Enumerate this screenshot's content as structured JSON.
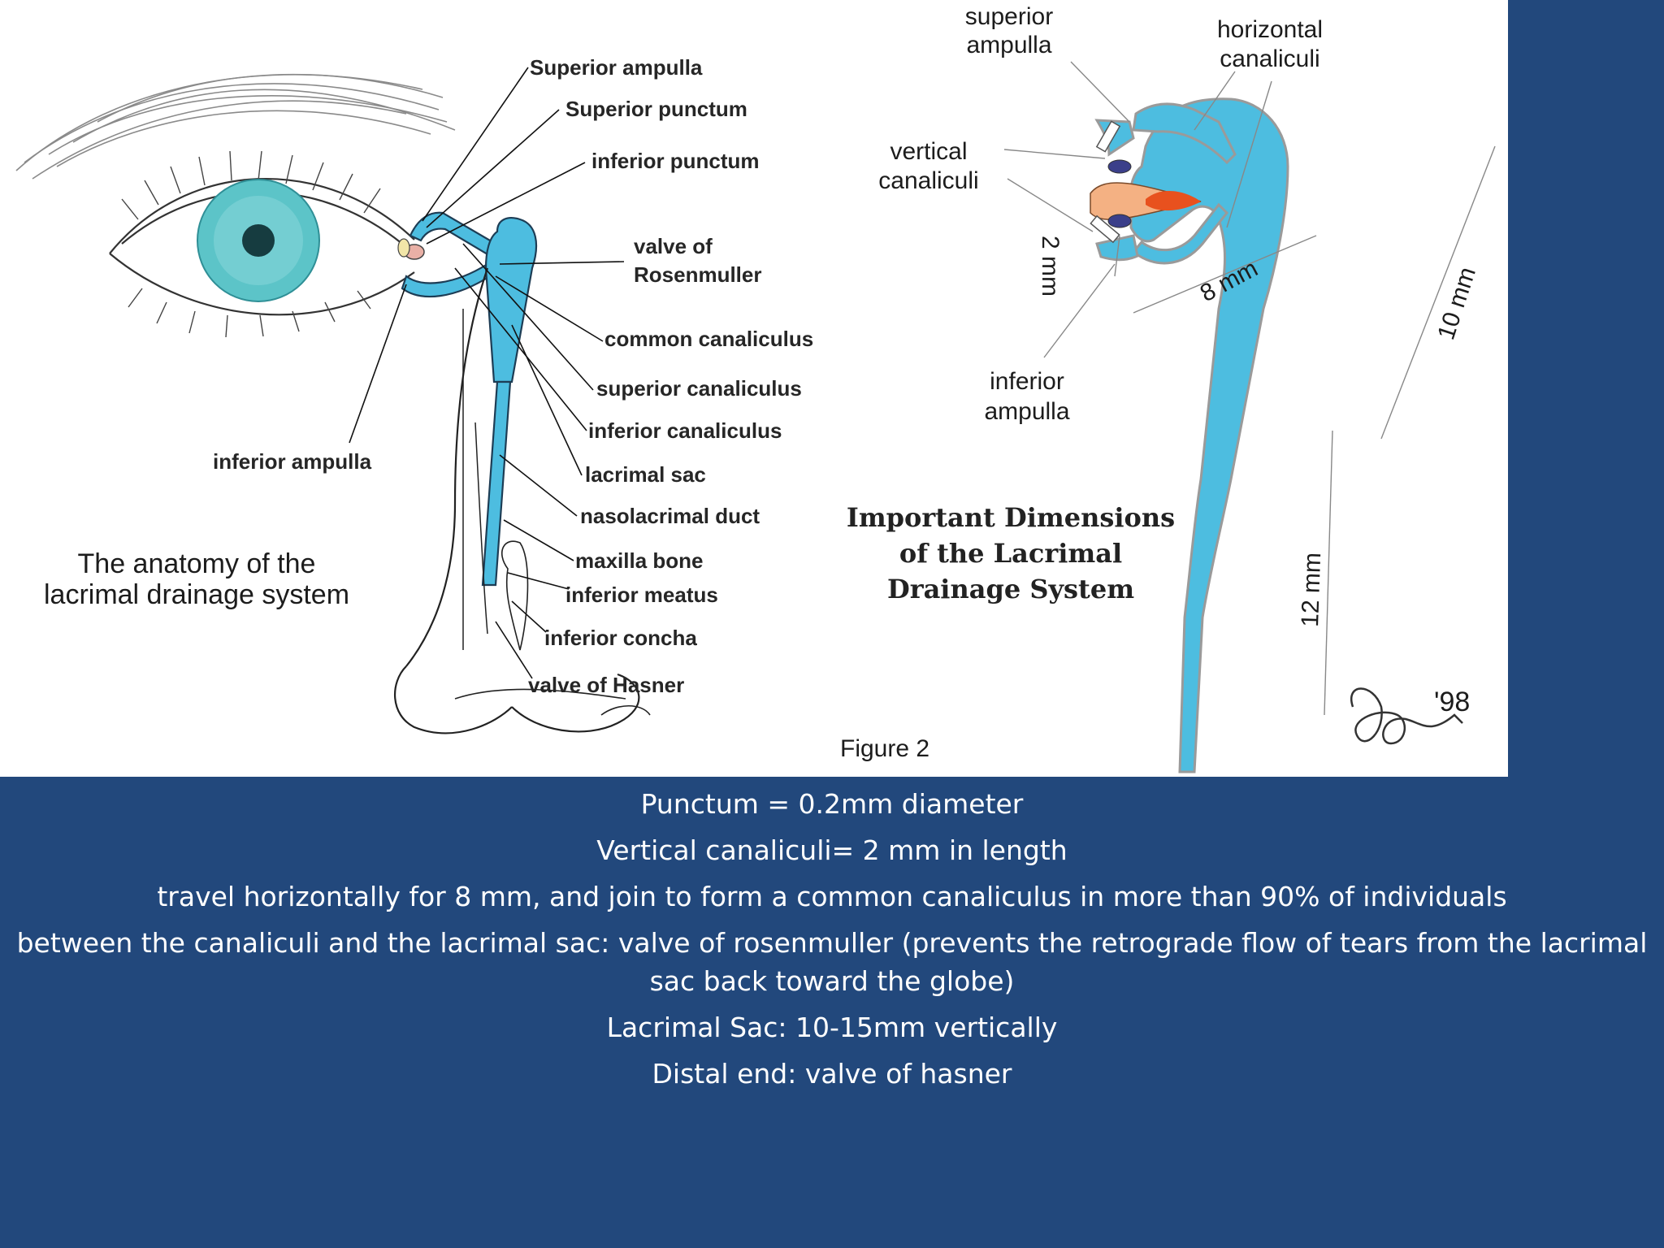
{
  "left_figure": {
    "caption_line1": "The anatomy of the",
    "caption_line2": "lacrimal drainage system",
    "labels": {
      "superior_ampulla": "Superior ampulla",
      "superior_punctum": "Superior punctum",
      "inferior_punctum": "inferior punctum",
      "valve_rosenmuller_1": "valve  of",
      "valve_rosenmuller_2": "Rosenmuller",
      "common_canaliculus": "common canaliculus",
      "superior_canaliculus": "superior canaliculus",
      "inferior_canaliculus": "inferior canaliculus",
      "lacrimal_sac": "lacrimal sac",
      "nasolacrimal_duct": "nasolacrimal duct",
      "maxilla_bone": "maxilla bone",
      "inferior_meatus": "inferior meatus",
      "inferior_concha": "inferior concha",
      "valve_hasner": "valve  of Hasner",
      "inferior_ampulla": "inferior ampulla"
    }
  },
  "right_figure": {
    "title_line1": "Important Dimensions",
    "title_line2": "of the Lacrimal",
    "title_line3": "Drainage System",
    "figure_label": "Figure 2",
    "signature_year": "'98",
    "labels": {
      "superior_ampulla_1": "superior",
      "superior_ampulla_2": "ampulla",
      "horizontal_canaliculi_1": "horizontal",
      "horizontal_canaliculi_2": "canaliculi",
      "vertical_canaliculi_1": "vertical",
      "vertical_canaliculi_2": "canaliculi",
      "inferior_ampulla_1": "inferior",
      "inferior_ampulla_2": "ampulla"
    },
    "dimensions": {
      "d2": "2 mm",
      "d8": "8 mm",
      "d10": "10 mm",
      "d12": "12 mm"
    }
  },
  "notes": [
    "Punctum = 0.2mm diameter",
    "Vertical canaliculi= 2 mm  in length",
    "travel horizontally for 8 mm, and join to form a common canaliculus in more than 90% of individuals",
    "between the canaliculi and the lacrimal sac: valve of rosenmuller  (prevents the retrograde flow of tears from the lacrimal sac back toward the globe)",
    "Lacrimal Sac: 10-15mm vertically",
    "Distal end: valve of hasner"
  ],
  "colors": {
    "background": "#22487c",
    "duct_blue": "#4dbde0",
    "iris_teal": "#5cc4c8",
    "caruncle_orange": "#f4b183",
    "punctum_red": "#e8511e"
  }
}
